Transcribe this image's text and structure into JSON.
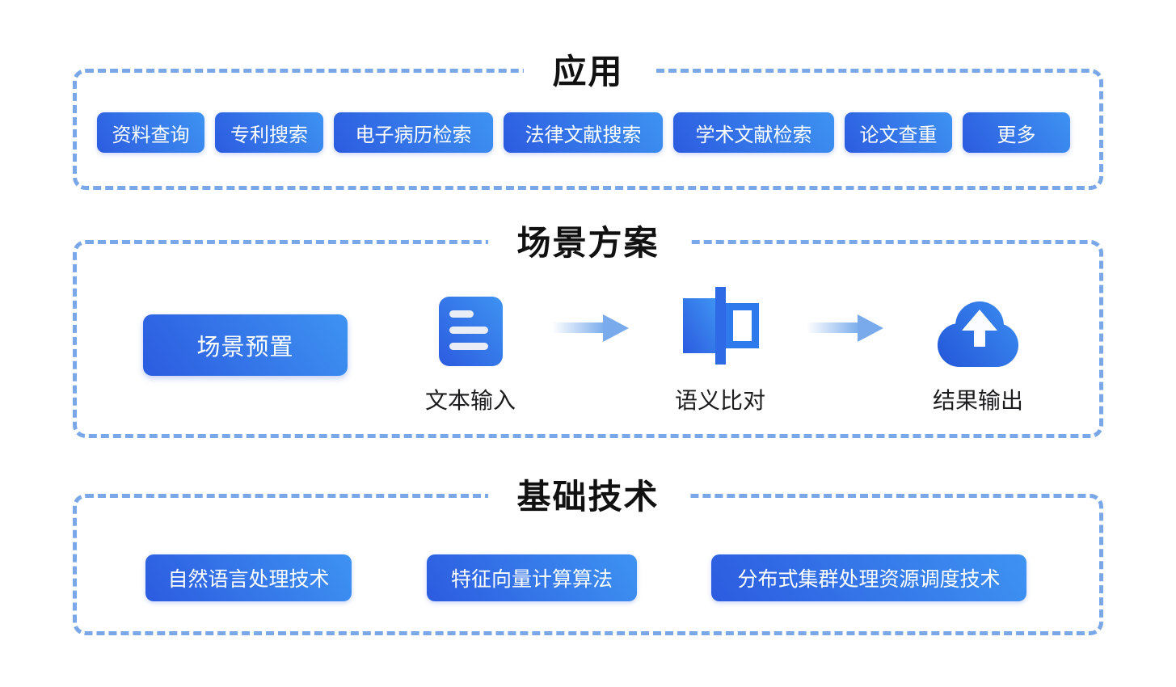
{
  "colors": {
    "accent_dark": "#2c5be0",
    "accent_light": "#3e93f2",
    "panel_border": "#79a7e8",
    "arrow": "#79abec",
    "title_text": "#111111",
    "button_text": "#ffffff"
  },
  "sections": {
    "applications": {
      "title": "应用",
      "buttons": [
        "资料查询",
        "专利搜索",
        "电子病历检索",
        "法律文献搜索",
        "学术文献检索",
        "论文查重",
        "更多"
      ]
    },
    "scenario": {
      "title": "场景方案",
      "preset_button": "场景预置",
      "steps": [
        {
          "icon": "document-icon",
          "label": "文本输入"
        },
        {
          "icon": "compare-icon",
          "label": "语义比对"
        },
        {
          "icon": "cloud-upload-icon",
          "label": "结果输出"
        }
      ]
    },
    "technology": {
      "title": "基础技术",
      "buttons": [
        "自然语言处理技术",
        "特征向量计算算法",
        "分布式集群处理资源调度技术"
      ]
    }
  }
}
